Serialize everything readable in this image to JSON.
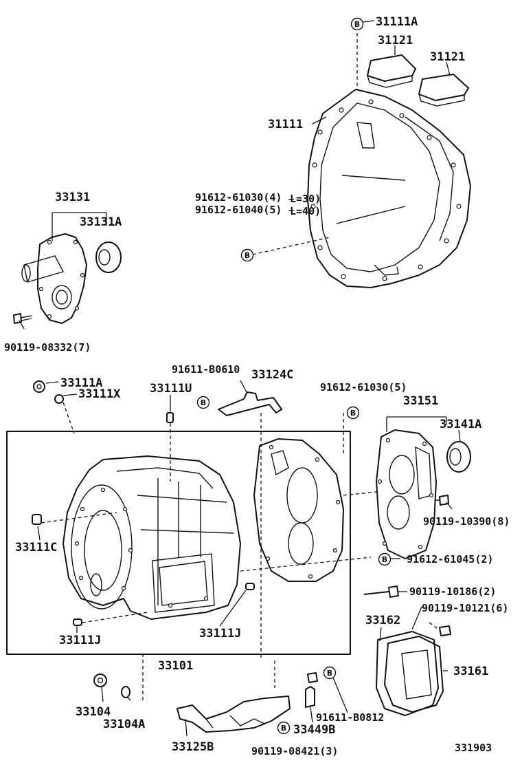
{
  "ref_marker": "B",
  "labels": {
    "l_31111A_top": "31111A",
    "l_31121_a": "31121",
    "l_31121_b": "31121",
    "l_31111": "31111",
    "l_91612_61030_4": "91612-61030(4)",
    "l_91612_61040_5": "91612-61040(5)",
    "l_L30": "L=30)",
    "l_L40": "L=40)",
    "l_33131": "33131",
    "l_33131A": "33131A",
    "l_90119_08332": "90119-08332(7)",
    "l_33111A": "33111A",
    "l_33111X": "33111X",
    "l_33111U": "33111U",
    "l_91611_B0610": "91611-B0610",
    "l_33124C": "33124C",
    "l_91612_61030_5": "91612-61030(5)",
    "l_33151": "33151",
    "l_33141A": "33141A",
    "l_90119_10390": "90119-10390(8)",
    "l_33111C": "33111C",
    "l_91612_61045": "91612-61045(2)",
    "l_90119_10186": "90119-10186(2)",
    "l_90119_10121": "90119-10121(6)",
    "l_33162": "33162",
    "l_33161": "33161",
    "l_33111J_left": "33111J",
    "l_33111J_right": "33111J",
    "l_33101": "33101",
    "l_33104": "33104",
    "l_33104A": "33104A",
    "l_33125B": "33125B",
    "l_91611_B0812": "91611-B0812",
    "l_33449B": "33449B",
    "l_90119_08421": "90119-08421(3)",
    "l_diagram_code": "331903"
  }
}
